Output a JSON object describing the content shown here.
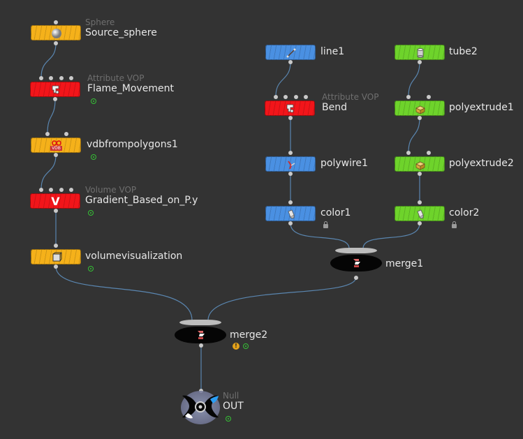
{
  "colors": {
    "background": "#333333",
    "sop_yellow": "#f5b11a",
    "vop_red": "#f2151a",
    "blue_sop": "#4a90e2",
    "green_sop": "#6ed32b",
    "wire": "#5a86b0",
    "display_flag": "#35c135",
    "warning": "#e4a21a"
  },
  "nodes": {
    "source_sphere": {
      "type": "Sphere",
      "name": "Source_sphere",
      "icon": "sphere-icon"
    },
    "flame_movement": {
      "type": "Attribute VOP",
      "name": "Flame_Movement",
      "icon": "vop-icon"
    },
    "vdbfrompolygons1": {
      "name": "vdbfrompolygons1",
      "icon": "vdb-icon",
      "icon_text": "VDB"
    },
    "gradient": {
      "type": "Volume VOP",
      "name": "Gradient_Based_on_P.y",
      "icon": "v-icon",
      "icon_text": "V"
    },
    "volumevisualization": {
      "name": "volumevisualization",
      "icon": "volume-visualization-icon"
    },
    "line1": {
      "name": "line1",
      "icon": "line-icon"
    },
    "bend": {
      "type": "Attribute VOP",
      "name": "Bend",
      "icon": "vop-icon"
    },
    "polywire1": {
      "name": "polywire1",
      "icon": "polywire-icon"
    },
    "color1": {
      "name": "color1",
      "icon": "color-icon"
    },
    "tube2": {
      "name": "tube2",
      "icon": "tube-icon"
    },
    "polyextrude1": {
      "name": "polyextrude1",
      "icon": "polyextrude-icon"
    },
    "polyextrude2": {
      "name": "polyextrude2",
      "icon": "polyextrude-icon"
    },
    "color2": {
      "name": "color2",
      "icon": "color-icon"
    },
    "merge1": {
      "name": "merge1",
      "icon": "merge-icon"
    },
    "merge2": {
      "name": "merge2",
      "icon": "merge-icon",
      "warning": "!"
    },
    "out": {
      "type": "Null",
      "name": "OUT",
      "icon": "null-icon"
    }
  }
}
